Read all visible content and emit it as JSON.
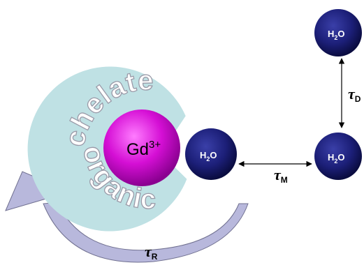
{
  "colors": {
    "chelate_ring": "#bfe1e4",
    "gd_ion": "#d50fd5",
    "water": "#1c1f78",
    "rotation_arrow": "#b8b8dc",
    "arrow_line": "#000000"
  },
  "chelate": {
    "word_top": "chelate",
    "word_bottom": "organic"
  },
  "gd": {
    "symbol": "Gd",
    "charge": "3+"
  },
  "waters": {
    "bound": {
      "h": "H",
      "sub": "2",
      "o": "O"
    },
    "outer": {
      "h": "H",
      "sub": "2",
      "o": "O"
    },
    "bulk": {
      "h": "H",
      "sub": "2",
      "o": "O"
    }
  },
  "tau": {
    "symbol": "τ",
    "M": "M",
    "D": "D",
    "R": "R"
  }
}
